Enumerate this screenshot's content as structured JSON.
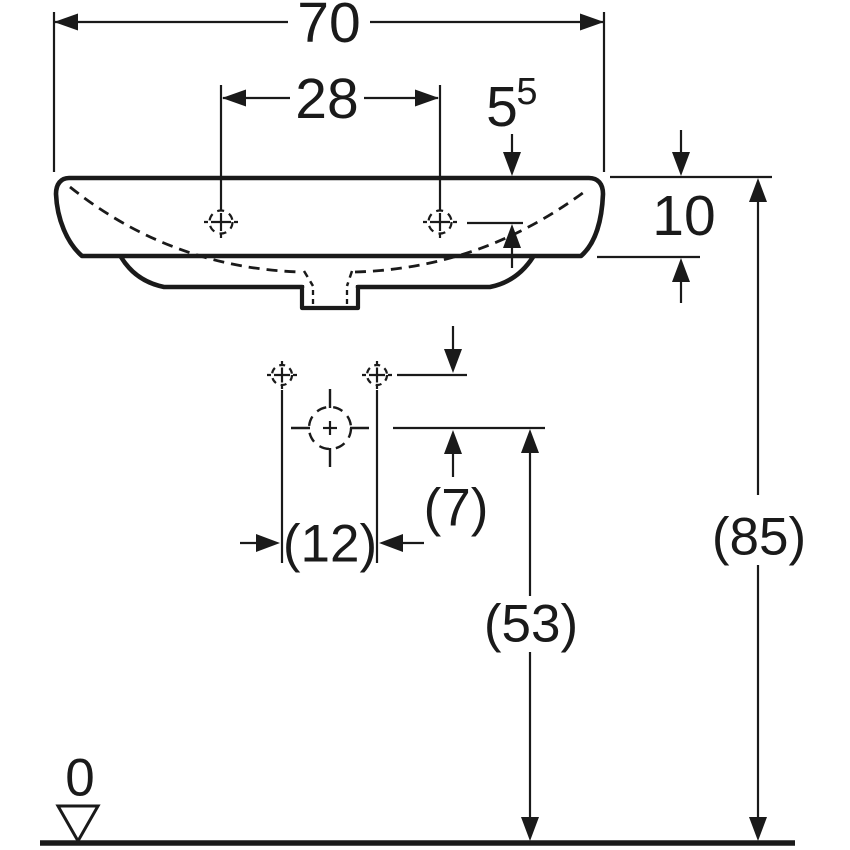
{
  "drawing": {
    "background": "#ffffff",
    "line_color": "#1a1a1a",
    "dims": {
      "overall_width": "70",
      "tap_hole_spacing": "28",
      "tap_hole_to_rear": "5",
      "tap_hole_to_rear_sup": "5",
      "basin_depth": "10",
      "fixing_hole_spacing": "(12)",
      "fixing_to_outlet": "(7)",
      "outlet_height": "(53)",
      "rim_level": "(85)",
      "datum_level": "0"
    }
  }
}
